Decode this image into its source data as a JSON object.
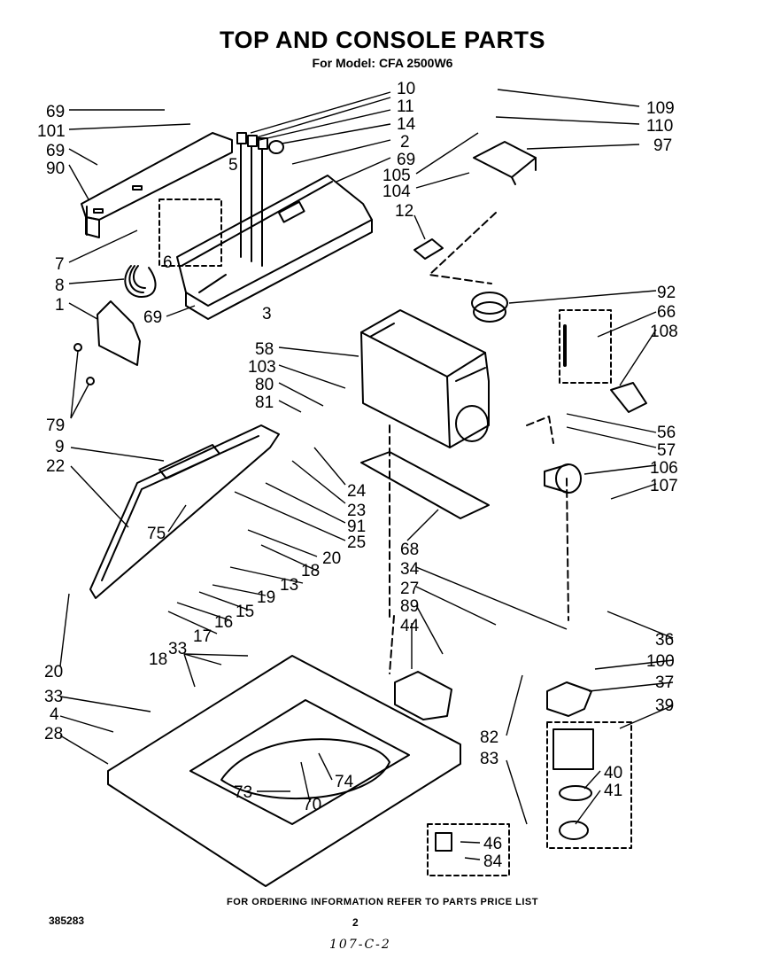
{
  "header": {
    "title": "TOP AND CONSOLE PARTS",
    "subtitle": "For Model: CFA 2500W6"
  },
  "footer": {
    "note": "FOR ORDERING INFORMATION REFER TO PARTS PRICE LIST",
    "doc_number": "385283",
    "page_number": "2",
    "handwritten": "107-C-2"
  },
  "callouts": [
    {
      "n": "10"
    },
    {
      "n": "11"
    },
    {
      "n": "14"
    },
    {
      "n": "2"
    },
    {
      "n": "69"
    },
    {
      "n": "69"
    },
    {
      "n": "101"
    },
    {
      "n": "69"
    },
    {
      "n": "90"
    },
    {
      "n": "5"
    },
    {
      "n": "7"
    },
    {
      "n": "6"
    },
    {
      "n": "8"
    },
    {
      "n": "1"
    },
    {
      "n": "69"
    },
    {
      "n": "3"
    },
    {
      "n": "79"
    },
    {
      "n": "109"
    },
    {
      "n": "110"
    },
    {
      "n": "97"
    },
    {
      "n": "105"
    },
    {
      "n": "104"
    },
    {
      "n": "12"
    },
    {
      "n": "92"
    },
    {
      "n": "66"
    },
    {
      "n": "108"
    },
    {
      "n": "58"
    },
    {
      "n": "103"
    },
    {
      "n": "80"
    },
    {
      "n": "81"
    },
    {
      "n": "56"
    },
    {
      "n": "57"
    },
    {
      "n": "106"
    },
    {
      "n": "107"
    },
    {
      "n": "9"
    },
    {
      "n": "22"
    },
    {
      "n": "24"
    },
    {
      "n": "23"
    },
    {
      "n": "91"
    },
    {
      "n": "25"
    },
    {
      "n": "75"
    },
    {
      "n": "20"
    },
    {
      "n": "18"
    },
    {
      "n": "13"
    },
    {
      "n": "19"
    },
    {
      "n": "15"
    },
    {
      "n": "16"
    },
    {
      "n": "17"
    },
    {
      "n": "18"
    },
    {
      "n": "68"
    },
    {
      "n": "34"
    },
    {
      "n": "27"
    },
    {
      "n": "89"
    },
    {
      "n": "44"
    },
    {
      "n": "36"
    },
    {
      "n": "100"
    },
    {
      "n": "37"
    },
    {
      "n": "39"
    },
    {
      "n": "20"
    },
    {
      "n": "33"
    },
    {
      "n": "33"
    },
    {
      "n": "4"
    },
    {
      "n": "28"
    },
    {
      "n": "82"
    },
    {
      "n": "83"
    },
    {
      "n": "40"
    },
    {
      "n": "41"
    },
    {
      "n": "46"
    },
    {
      "n": "84"
    },
    {
      "n": "73"
    },
    {
      "n": "70"
    },
    {
      "n": "74"
    }
  ]
}
